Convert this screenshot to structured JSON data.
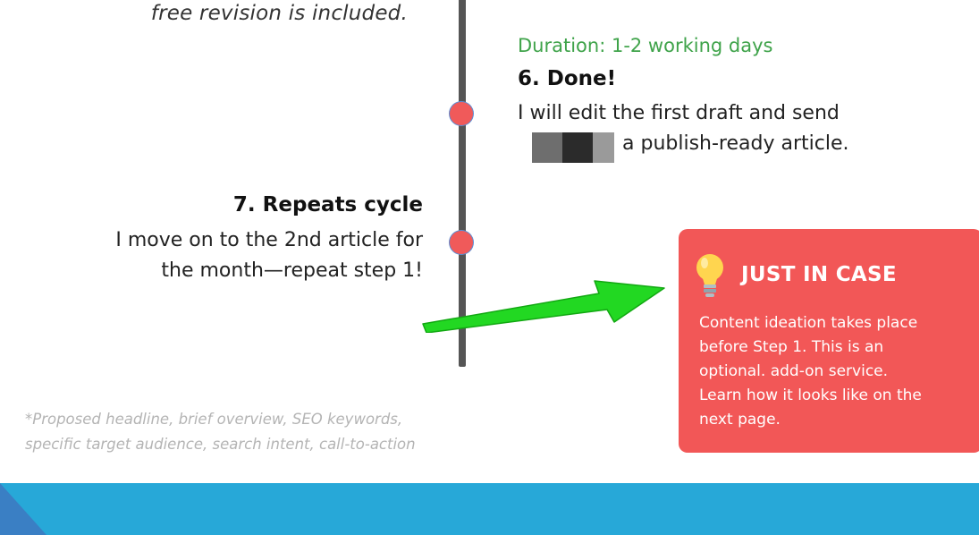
{
  "timeline": {
    "previous_step_tail": "free revision is included.",
    "duration": "Duration: 1-2 working days",
    "step6": {
      "title": "6. Done!",
      "line1": "I will edit the first draft and send",
      "line2": "a publish-ready article."
    },
    "step7": {
      "title": "7. Repeats cycle",
      "line1": "I move on to the 2nd article for",
      "line2": "the month—repeat step 1!"
    }
  },
  "footnote": {
    "line1": "*Proposed headline, brief overview, SEO keywords,",
    "line2": "specific target audience, search intent, call-to-action"
  },
  "callout": {
    "icon": "lightbulb-icon",
    "title": "JUST IN CASE",
    "lines": [
      "Content ideation takes place",
      "before Step 1. This is an",
      "optional. add-on service.",
      "Learn how it looks like on the",
      "next page."
    ]
  },
  "colors": {
    "timeline": "#555555",
    "dot": "#f05a5a",
    "duration": "#3fa34a",
    "callout_bg": "#f25757",
    "arrow": "#22d822",
    "footer": "#27a8d8"
  }
}
